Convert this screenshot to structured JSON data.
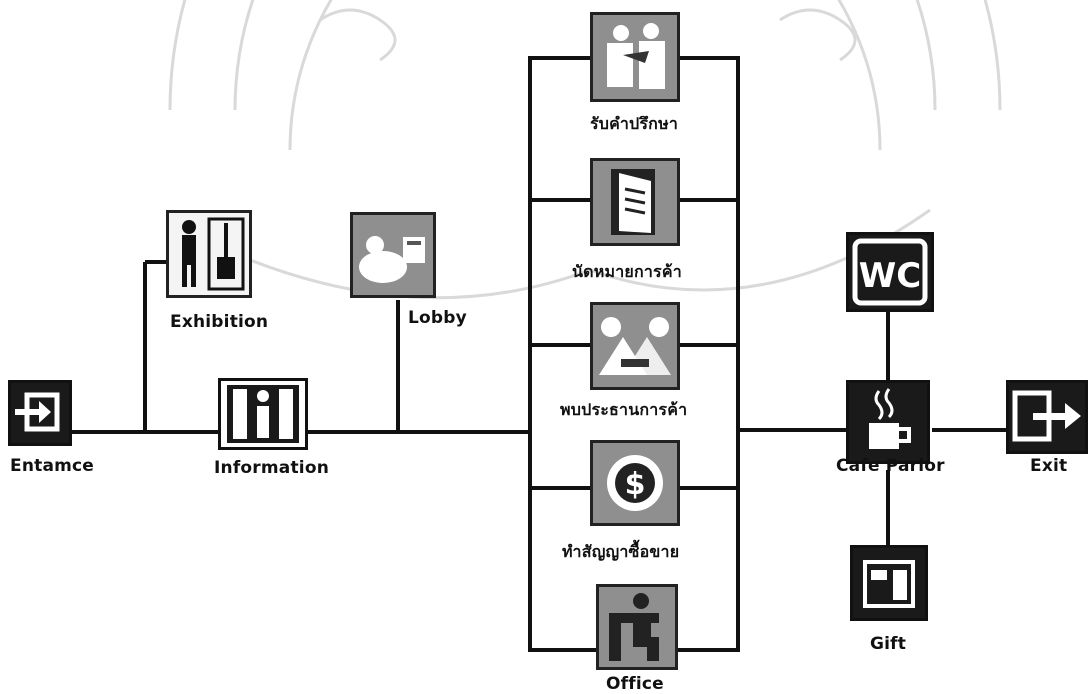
{
  "nodes": {
    "entrance": "Entamce",
    "information": "Information",
    "exhibition": "Exhibition",
    "lobby": "Lobby",
    "consult": "รับคำปรึกษา",
    "appointment": "นัดหมายการค้า",
    "meeting": "พบประธานการค้า",
    "contract": "ทำสัญญาซื้อขาย",
    "office": "Office",
    "cafe": "Cafe Parlor",
    "wc": "WC",
    "gift": "Gift",
    "exit": "Exit"
  },
  "colors": {
    "line": "#111111",
    "icon_dark": "#1a1a1a",
    "icon_grey": "#8f8f8f",
    "watermark": "#d9d9d9"
  }
}
